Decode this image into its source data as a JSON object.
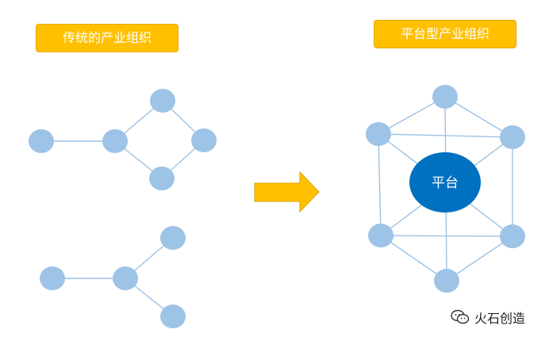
{
  "left_title": "传统的产业组织",
  "right_title": "平台型产业组织",
  "hub_label": "平台",
  "watermark_text": "火石创造",
  "colors": {
    "label_fill": "#ffc000",
    "node_fill": "#9dc3e6",
    "hub_fill": "#0070c0",
    "edge": "#9cc2e5",
    "arrow": "#ffc000"
  }
}
